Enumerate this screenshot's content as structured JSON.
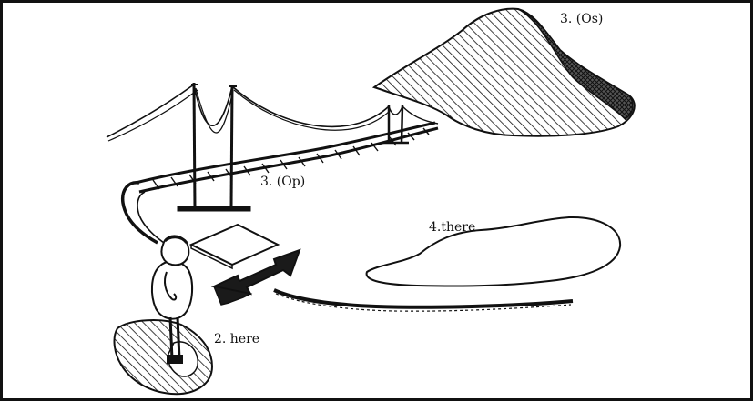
{
  "labels": {
    "mountain": "3. (Os)",
    "bridge": "3. (Op)",
    "there": "4.there",
    "here": "2. here"
  }
}
